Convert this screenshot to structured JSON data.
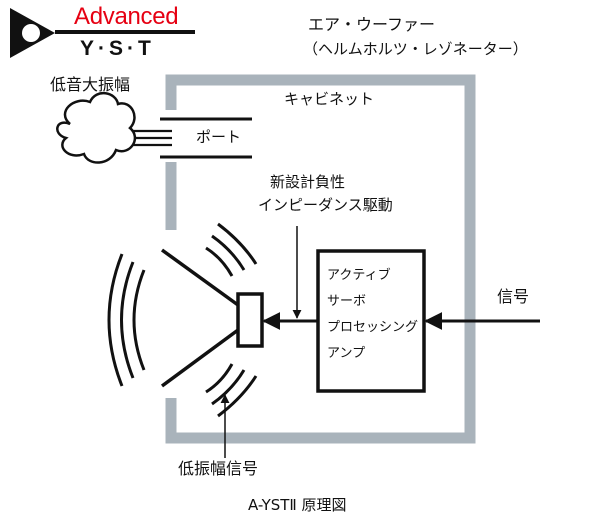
{
  "logo": {
    "brand_top": "Advanced",
    "brand_bottom": "Y·S·T"
  },
  "speaker": {
    "title": "エア・ウーファー",
    "subtitle": "（ヘルムホルツ・レゾネーター）"
  },
  "labels": {
    "cabinet": "キャビネット",
    "port": "ポート",
    "low_amplitude": "低音大振幅",
    "drive_line1": "新設計負性",
    "drive_line2": "インピーダンス駆動",
    "amp_line1": "アクティブ",
    "amp_line2": "サーボ",
    "amp_line3": "プロセッシング",
    "amp_line4": "アンプ",
    "signal": "信号",
    "low_signal": "低振幅信号",
    "caption": "A-YSTⅡ 原理図"
  },
  "colors": {
    "cabinet_wall": "#a9b3bb",
    "ink": "#111111",
    "brand_red": "#e60012"
  }
}
